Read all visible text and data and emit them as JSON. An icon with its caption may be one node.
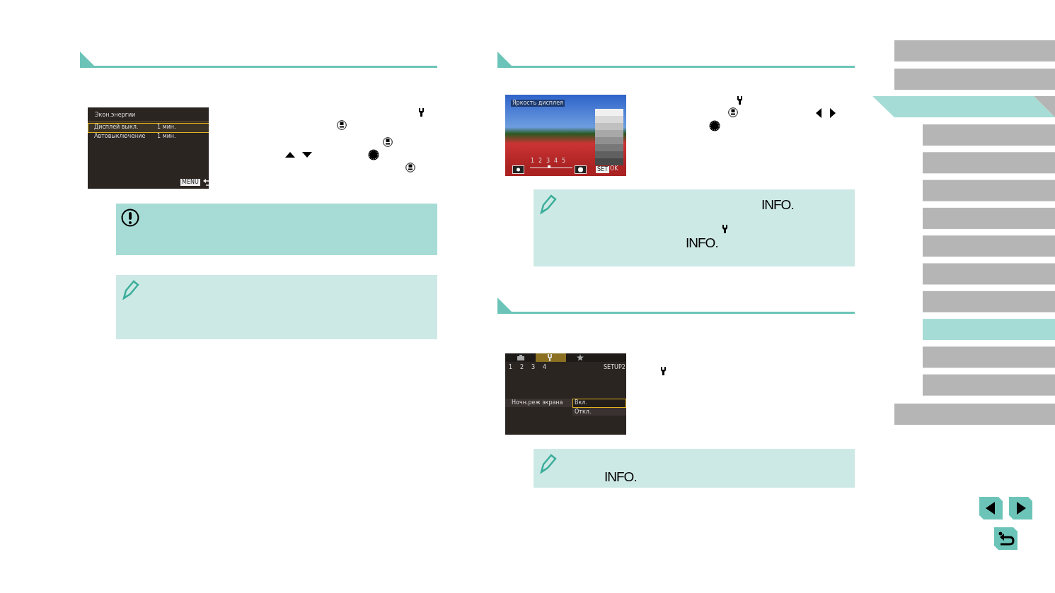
{
  "diagram": {
    "labels": [
      "Экон.энергии",
      "Дисплей выкл.",
      "1 мин.",
      "Автовыключение",
      "1 мин.",
      "MENU",
      "Яркость дисплея",
      "1",
      "2",
      "3",
      "4",
      "5",
      "SET",
      "OK",
      "INFO.",
      "INFO.",
      "1",
      "2",
      "3",
      "4",
      "SETUP2",
      "Ночн.реж экрана",
      "Вкл.",
      "Откл.",
      "INFO."
    ]
  }
}
